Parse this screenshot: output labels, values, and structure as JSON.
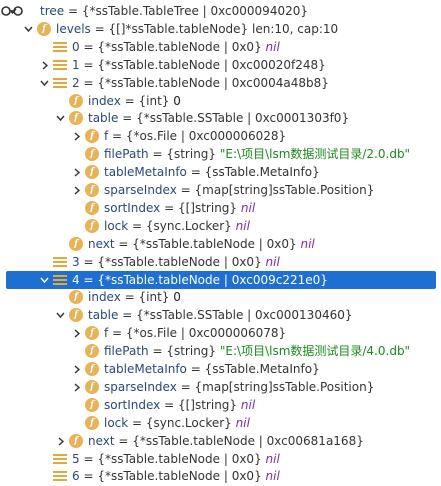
{
  "rows": [
    {
      "depth": 0,
      "tw": "down",
      "icon": "glasses",
      "name": "tree",
      "eq": " = ",
      "type": "{*ssTable.TableTree | 0xc000094020}",
      "val": "",
      "valClass": ""
    },
    {
      "depth": 1,
      "tw": "down",
      "icon": "field",
      "name": "levels",
      "eq": " = ",
      "type": "{[]*ssTable.tableNode} len:10, cap:10",
      "val": "",
      "valClass": ""
    },
    {
      "depth": 2,
      "tw": "",
      "icon": "arr",
      "name": "0",
      "eq": " = ",
      "type": "{*ssTable.tableNode | 0x0}",
      "val": "nil",
      "valClass": "nil"
    },
    {
      "depth": 2,
      "tw": "right",
      "icon": "arr",
      "name": "1",
      "eq": " = ",
      "type": "{*ssTable.tableNode | 0xc00020f248}",
      "val": "",
      "valClass": ""
    },
    {
      "depth": 2,
      "tw": "down",
      "icon": "arr",
      "name": "2",
      "eq": " = ",
      "type": "{*ssTable.tableNode | 0xc0004a48b8}",
      "val": "",
      "valClass": ""
    },
    {
      "depth": 3,
      "tw": "",
      "icon": "field",
      "name": "index",
      "eq": " = ",
      "type": "{int}",
      "val": "0",
      "valClass": "num"
    },
    {
      "depth": 3,
      "tw": "down",
      "icon": "field",
      "name": "table",
      "eq": " = ",
      "type": "{*ssTable.SSTable | 0xc0001303f0}",
      "val": "",
      "valClass": ""
    },
    {
      "depth": 4,
      "tw": "right",
      "icon": "field",
      "name": "f",
      "eq": " = ",
      "type": "{*os.File | 0xc000006028}",
      "val": "",
      "valClass": ""
    },
    {
      "depth": 4,
      "tw": "",
      "icon": "field",
      "name": "filePath",
      "eq": " = ",
      "type": "{string}",
      "val": "\"E:\\项目\\lsm数据测试目录/2.0.db\"",
      "valClass": "v"
    },
    {
      "depth": 4,
      "tw": "right",
      "icon": "field",
      "name": "tableMetaInfo",
      "eq": " = ",
      "type": "{ssTable.MetaInfo}",
      "val": "",
      "valClass": ""
    },
    {
      "depth": 4,
      "tw": "right",
      "icon": "field",
      "name": "sparseIndex",
      "eq": " = ",
      "type": "{map[string]ssTable.Position}",
      "val": "",
      "valClass": ""
    },
    {
      "depth": 4,
      "tw": "",
      "icon": "field",
      "name": "sortIndex",
      "eq": " = ",
      "type": "{[]string}",
      "val": "nil",
      "valClass": "nil"
    },
    {
      "depth": 4,
      "tw": "",
      "icon": "field",
      "name": "lock",
      "eq": " = ",
      "type": "{sync.Locker}",
      "val": "nil",
      "valClass": "nil"
    },
    {
      "depth": 3,
      "tw": "",
      "icon": "field",
      "name": "next",
      "eq": " = ",
      "type": "{*ssTable.tableNode | 0x0}",
      "val": "nil",
      "valClass": "nil"
    },
    {
      "depth": 2,
      "tw": "",
      "icon": "arr",
      "name": "3",
      "eq": " = ",
      "type": "{*ssTable.tableNode | 0x0}",
      "val": "nil",
      "valClass": "nil"
    },
    {
      "depth": 2,
      "tw": "down",
      "icon": "arr",
      "name": "4",
      "eq": " = ",
      "type": "{*ssTable.tableNode | 0xc009c221e0}",
      "val": "",
      "valClass": "",
      "selected": true
    },
    {
      "depth": 3,
      "tw": "",
      "icon": "field",
      "name": "index",
      "eq": " = ",
      "type": "{int}",
      "val": "0",
      "valClass": "num"
    },
    {
      "depth": 3,
      "tw": "down",
      "icon": "field",
      "name": "table",
      "eq": " = ",
      "type": "{*ssTable.SSTable | 0xc000130460}",
      "val": "",
      "valClass": ""
    },
    {
      "depth": 4,
      "tw": "right",
      "icon": "field",
      "name": "f",
      "eq": " = ",
      "type": "{*os.File | 0xc000006078}",
      "val": "",
      "valClass": ""
    },
    {
      "depth": 4,
      "tw": "",
      "icon": "field",
      "name": "filePath",
      "eq": " = ",
      "type": "{string}",
      "val": "\"E:\\项目\\lsm数据测试目录/4.0.db\"",
      "valClass": "v"
    },
    {
      "depth": 4,
      "tw": "right",
      "icon": "field",
      "name": "tableMetaInfo",
      "eq": " = ",
      "type": "{ssTable.MetaInfo}",
      "val": "",
      "valClass": ""
    },
    {
      "depth": 4,
      "tw": "right",
      "icon": "field",
      "name": "sparseIndex",
      "eq": " = ",
      "type": "{map[string]ssTable.Position}",
      "val": "",
      "valClass": ""
    },
    {
      "depth": 4,
      "tw": "",
      "icon": "field",
      "name": "sortIndex",
      "eq": " = ",
      "type": "{[]string}",
      "val": "nil",
      "valClass": "nil"
    },
    {
      "depth": 4,
      "tw": "",
      "icon": "field",
      "name": "lock",
      "eq": " = ",
      "type": "{sync.Locker}",
      "val": "nil",
      "valClass": "nil"
    },
    {
      "depth": 3,
      "tw": "right",
      "icon": "field",
      "name": "next",
      "eq": " = ",
      "type": "{*ssTable.tableNode | 0xc00681a168}",
      "val": "",
      "valClass": ""
    },
    {
      "depth": 2,
      "tw": "",
      "icon": "arr",
      "name": "5",
      "eq": " = ",
      "type": "{*ssTable.tableNode | 0x0}",
      "val": "nil",
      "valClass": "nil"
    },
    {
      "depth": 2,
      "tw": "",
      "icon": "arr",
      "name": "6",
      "eq": " = ",
      "type": "{*ssTable.tableNode | 0x0}",
      "val": "nil",
      "valClass": "nil"
    }
  ],
  "colors": {
    "selection": "#1d6fd1",
    "field_icon": "#e9b353",
    "string": "#1a8a1a",
    "nil": "#7b2cbf",
    "name": "#27477f"
  },
  "icons": {
    "field": "field-f-icon",
    "arr": "array-element-icon",
    "glasses": "watch-glasses-icon",
    "down": "chevron-down-icon",
    "right": "chevron-right-icon"
  }
}
